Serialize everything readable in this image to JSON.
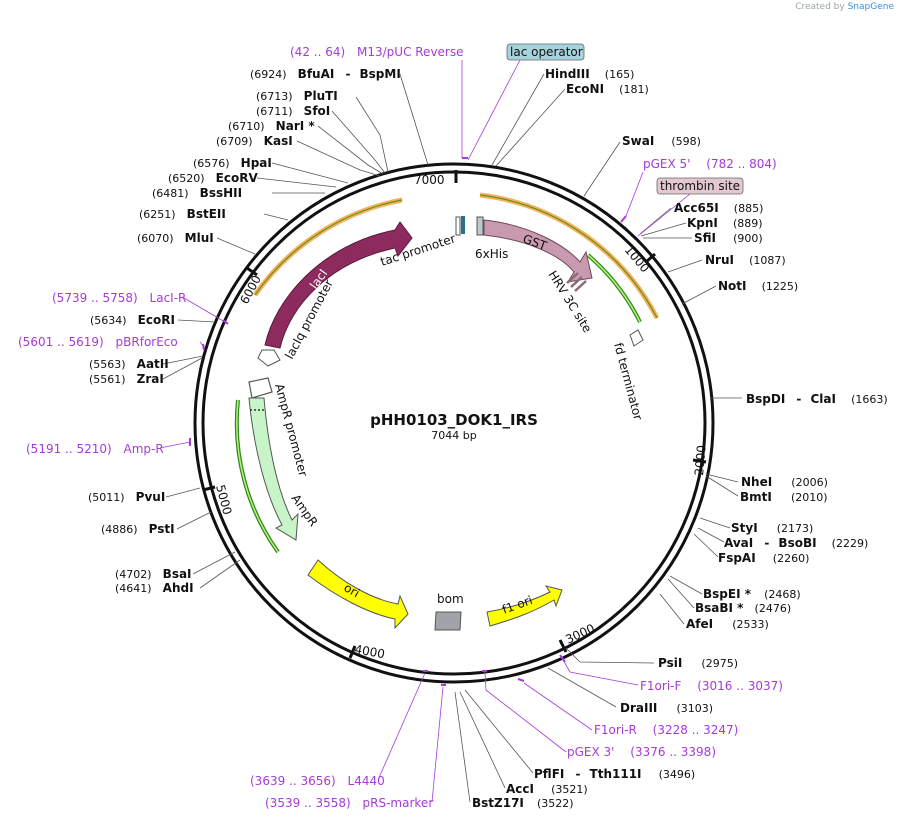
{
  "watermark": {
    "prefix": "Created by",
    "brand": "SnapGene"
  },
  "plasmid": {
    "name": "pHH0103_DOK1_IRS",
    "length_label": "7044 bp"
  },
  "ticks": [
    "1000",
    "2000",
    "3000",
    "4000",
    "5000",
    "6000",
    "7000"
  ],
  "boxed_labels": [
    {
      "text": "lac operator",
      "fill": "#a6d3dc"
    },
    {
      "text": "thrombin site",
      "fill": "#e3c8cf"
    }
  ],
  "features": {
    "lacI": "lacI",
    "lacIq_promoter": "lacIq promoter",
    "tac_promoter": "tac promoter",
    "his_tag": "6xHis",
    "gst": "GST",
    "hrv": "HRV 3C site",
    "fd_terminator": "fd terminator",
    "ampr_promoter": "AmpR promoter",
    "ampr": "AmpR",
    "ori": "ori",
    "bom": "bom",
    "f1_ori": "f1 ori"
  },
  "colors": {
    "lacI": "#8e2b5e",
    "gst": "#c99aaf",
    "ampr": "#c8f5c8",
    "ori": "#ffff00",
    "bom": "#a0a4a8",
    "primer": "#a53bd8",
    "orange_arc": "#f4b35a",
    "green_arc": "#2e8b1e"
  },
  "sites": [
    {
      "name": "BfuAI",
      "name2": "BspMI",
      "pos": "(6924)"
    },
    {
      "name": "PluTI",
      "pos": "(6713)"
    },
    {
      "name": "SfoI",
      "pos": "(6711)"
    },
    {
      "name": "NarI *",
      "pos": "(6710)"
    },
    {
      "name": "KasI",
      "pos": "(6709)"
    },
    {
      "name": "HpaI",
      "pos": "(6576)"
    },
    {
      "name": "EcoRV",
      "pos": "(6520)"
    },
    {
      "name": "BssHII",
      "pos": "(6481)"
    },
    {
      "name": "BstEII",
      "pos": "(6251)"
    },
    {
      "name": "MluI",
      "pos": "(6070)"
    },
    {
      "name": "EcoRI",
      "pos": "(5634)"
    },
    {
      "name": "AatII",
      "pos": "(5563)"
    },
    {
      "name": "ZraI",
      "pos": "(5561)"
    },
    {
      "name": "PvuI",
      "pos": "(5011)"
    },
    {
      "name": "PstI",
      "pos": "(4886)"
    },
    {
      "name": "BsaI",
      "pos": "(4702)"
    },
    {
      "name": "AhdI",
      "pos": "(4641)"
    },
    {
      "name": "HindIII",
      "pos": "(165)"
    },
    {
      "name": "EcoNI",
      "pos": "(181)"
    },
    {
      "name": "SwaI",
      "pos": "(598)"
    },
    {
      "name": "Acc65I",
      "pos": "(885)"
    },
    {
      "name": "KpnI",
      "pos": "(889)"
    },
    {
      "name": "SfiI",
      "pos": "(900)"
    },
    {
      "name": "NruI",
      "pos": "(1087)"
    },
    {
      "name": "NotI",
      "pos": "(1225)"
    },
    {
      "name": "BspDI",
      "name2": "ClaI",
      "pos": "(1663)"
    },
    {
      "name": "NheI",
      "pos": "(2006)"
    },
    {
      "name": "BmtI",
      "pos": "(2010)"
    },
    {
      "name": "StyI",
      "pos": "(2173)"
    },
    {
      "name": "AvaI",
      "name2": "BsoBI",
      "pos": "(2229)"
    },
    {
      "name": "FspAI",
      "pos": "(2260)"
    },
    {
      "name": "BspEI *",
      "pos": "(2468)"
    },
    {
      "name": "BsaBI *",
      "pos": "(2476)"
    },
    {
      "name": "AfeI",
      "pos": "(2533)"
    },
    {
      "name": "PsiI",
      "pos": "(2975)"
    },
    {
      "name": "DraIII",
      "pos": "(3103)"
    },
    {
      "name": "PflFI",
      "name2": "Tth111I",
      "pos": "(3496)"
    },
    {
      "name": "AccI",
      "pos": "(3521)"
    },
    {
      "name": "BstZ17I",
      "pos": "(3522)"
    }
  ],
  "primers": [
    {
      "range": "(42 .. 64)",
      "name": "M13/pUC Reverse"
    },
    {
      "range": "(782 .. 804)",
      "name": "pGEX 5'"
    },
    {
      "range": "(5739 .. 5758)",
      "name": "LacI-R"
    },
    {
      "range": "(5601 .. 5619)",
      "name": "pBRforEco"
    },
    {
      "range": "(5191 .. 5210)",
      "name": "Amp-R"
    },
    {
      "range": "(3016 .. 3037)",
      "name": "F1ori-F"
    },
    {
      "range": "(3228 .. 3247)",
      "name": "F1ori-R"
    },
    {
      "range": "(3376 .. 3398)",
      "name": "pGEX 3'"
    },
    {
      "range": "(3639 .. 3656)",
      "name": "L4440"
    },
    {
      "range": "(3539 .. 3558)",
      "name": "pRS-marker"
    }
  ]
}
